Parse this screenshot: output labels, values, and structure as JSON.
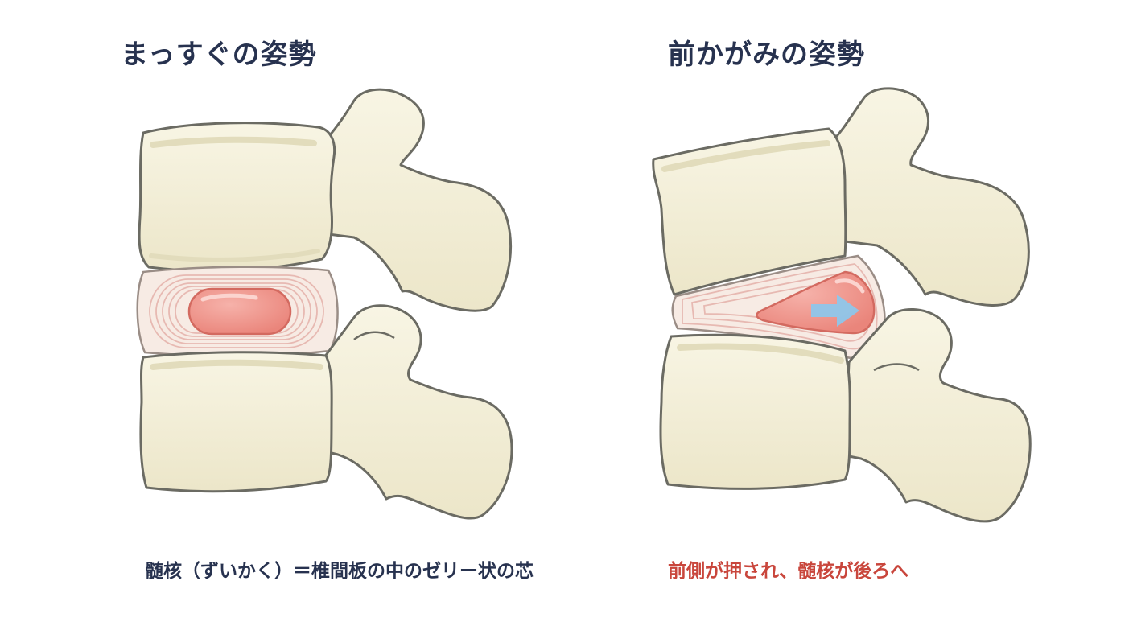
{
  "panels": {
    "left": {
      "title": "まっすぐの姿勢",
      "caption": "髄核（ずいかく）＝椎間板の中のゼリー状の芯"
    },
    "right": {
      "title": "前かがみの姿勢",
      "caption": "前側が押され、髄核が後ろへ"
    }
  },
  "colors": {
    "bone_fill": "#f3efd8",
    "bone_shade": "#e2dcbc",
    "bone_outline": "#6b6b63",
    "disc_ring": "#e7b9b2",
    "nucleus": "#ee8f86",
    "arrow": "#8ec6ea",
    "title_text": "#27324f",
    "caption_highlight": "#c9463c"
  }
}
